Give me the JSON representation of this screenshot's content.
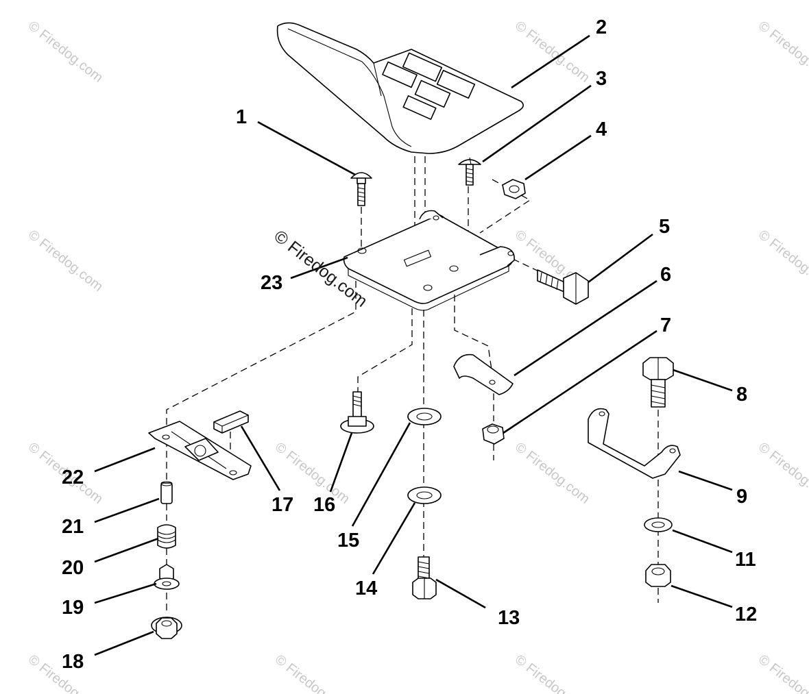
{
  "diagram": {
    "subject": "Seat assembly exploded parts diagram",
    "watermark_text": "© Firedog.com",
    "callouts": {
      "c1": "1",
      "c2": "2",
      "c3": "3",
      "c4": "4",
      "c5": "5",
      "c6": "6",
      "c7": "7",
      "c8": "8",
      "c9": "9",
      "c11": "11",
      "c12": "12",
      "c13": "13",
      "c14": "14",
      "c15": "15",
      "c16": "16",
      "c17": "17",
      "c18": "18",
      "c19": "19",
      "c20": "20",
      "c21": "21",
      "c22": "22",
      "c23": "23"
    }
  }
}
